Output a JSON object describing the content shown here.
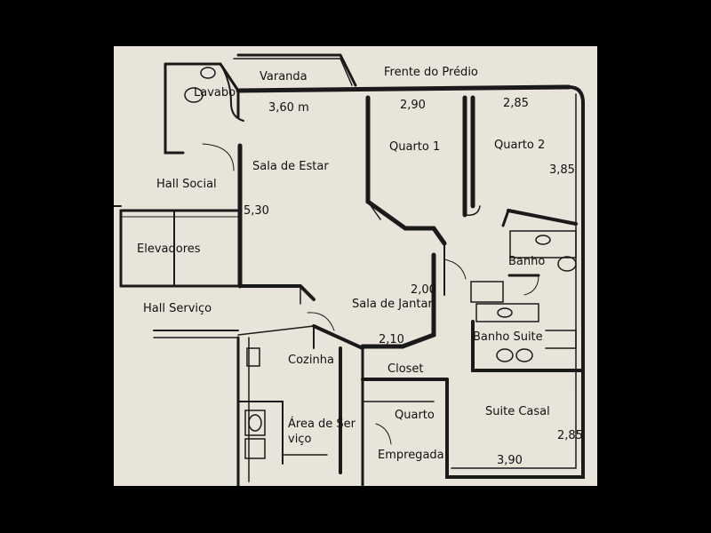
{
  "labels": {
    "varanda": "Varanda",
    "frente": "Frente do Prédio",
    "lavabo": "Lavabo",
    "dim_360": "3,60 m",
    "dim_290": "2,90",
    "dim_285_top": "2,85",
    "quarto1": "Quarto 1",
    "quarto2": "Quarto 2",
    "dim_385": "3,85",
    "sala_estar": "Sala de Estar",
    "hall_social": "Hall Social",
    "dim_530": "5,30",
    "elevadores": "Elevadores",
    "banho": "Banho",
    "dim_200": "2,00",
    "hall_servico": "Hall Serviço",
    "sala_jantar": "Sala de Jantar",
    "banho_suite": "Banho Suite",
    "dim_210": "2,10",
    "cozinha": "Cozinha",
    "closet": "Closet",
    "quarto": "Quarto",
    "suite_casal": "Suite Casal",
    "area_servico_1": "Área de Ser",
    "area_servico_2": "viço",
    "dim_285_right": "2,85",
    "empregada": "Empregada",
    "dim_390": "3,90"
  },
  "colors": {
    "background": "#000000",
    "paper": "#e9e4da",
    "wall": "#1a1a1a",
    "text": "#111111"
  }
}
